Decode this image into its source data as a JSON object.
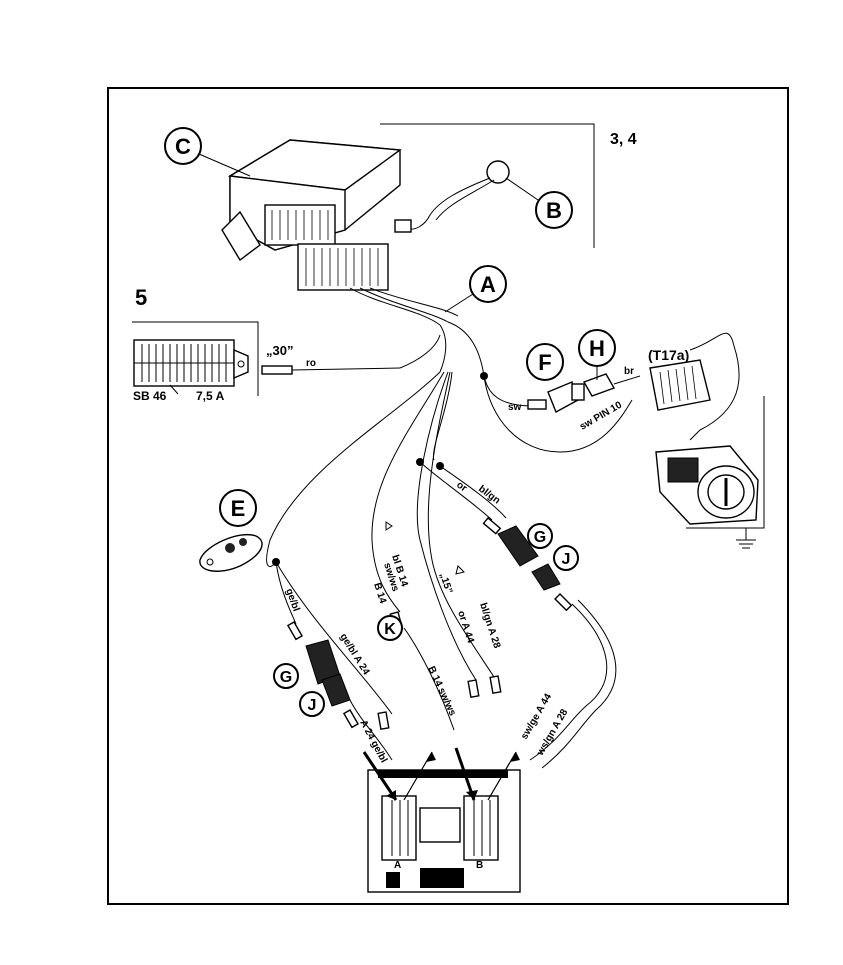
{
  "callouts": {
    "A": "A",
    "B": "B",
    "C": "C",
    "E": "E",
    "F": "F",
    "H": "H",
    "G": "G",
    "J": "J",
    "K": "K"
  },
  "section_labels": {
    "s34": "3, 4",
    "s5": "5"
  },
  "fuse": {
    "sb": "SB 46",
    "amp": "7,5 A",
    "term30": "„30”",
    "ro": "ro"
  },
  "connector": {
    "t17a": "(T17a)",
    "br": "br",
    "sw": "sw",
    "sw_pin10": "sw PIN 10"
  },
  "wires": {
    "or_1": "or",
    "bl_gn_1": "bl/gn",
    "ge_bl": "ge/bl",
    "ge_bl_a24": "ge/bl  A 24",
    "a24_ge_bl": "A 24 ge/bl",
    "bl_b14": "bl  B 14",
    "sw_ws": "sw/ws",
    "b14": "B 14",
    "b14_sw_ws": "B 14 sw/ws",
    "t15": "„15”",
    "or_a44": "or  A 44",
    "bl_gn_a28": "bl/gn  A 28",
    "sw_ge_a44": "sw/ge  A 44",
    "ws_gn_a28": "ws/gn A 28"
  },
  "ecu_pins": {
    "a": "A",
    "b": "B"
  }
}
